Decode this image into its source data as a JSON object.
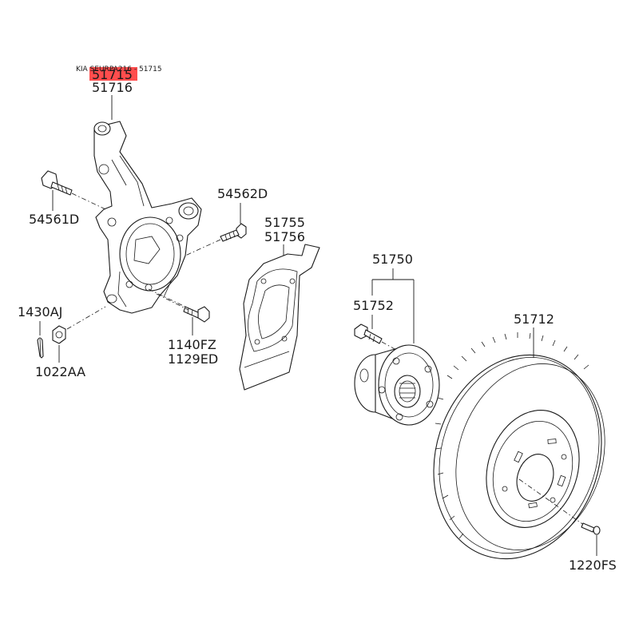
{
  "header": {
    "caption": "KIA SEURPA216 - 51715"
  },
  "highlight": {
    "color": "#ff4d4d"
  },
  "parts": {
    "p51715": "51715",
    "p51716": "51716",
    "p54561D": "54561D",
    "p54562D": "54562D",
    "p51755": "51755",
    "p51756": "51756",
    "p51750": "51750",
    "p51752": "51752",
    "p51712": "51712",
    "p1430AJ": "1430AJ",
    "p1022AA": "1022AA",
    "p1140FZ": "1140FZ",
    "p1129ED": "1129ED",
    "p1220FS": "1220FS"
  }
}
